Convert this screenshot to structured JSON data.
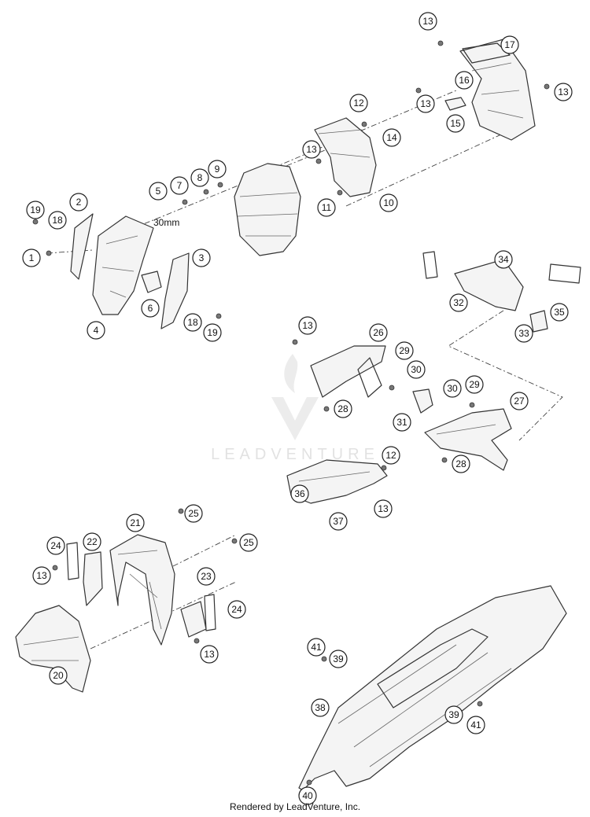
{
  "watermark": {
    "text": "LEADVENTURE"
  },
  "dimension_label": "30mm",
  "footer": {
    "text": "Rendered by LeadVenture, Inc."
  },
  "callouts": [
    "13",
    "17",
    "16",
    "13",
    "13",
    "15",
    "12",
    "14",
    "13",
    "10",
    "11",
    "9",
    "8",
    "7",
    "5",
    "2",
    "19",
    "18",
    "1",
    "3",
    "4",
    "6",
    "18",
    "19",
    "34",
    "32",
    "35",
    "33",
    "13",
    "26",
    "29",
    "30",
    "30",
    "29",
    "28",
    "31",
    "27",
    "28",
    "12",
    "36",
    "13",
    "37",
    "25",
    "21",
    "25",
    "24",
    "22",
    "13",
    "23",
    "24",
    "13",
    "20",
    "41",
    "39",
    "38",
    "39",
    "41",
    "40"
  ]
}
